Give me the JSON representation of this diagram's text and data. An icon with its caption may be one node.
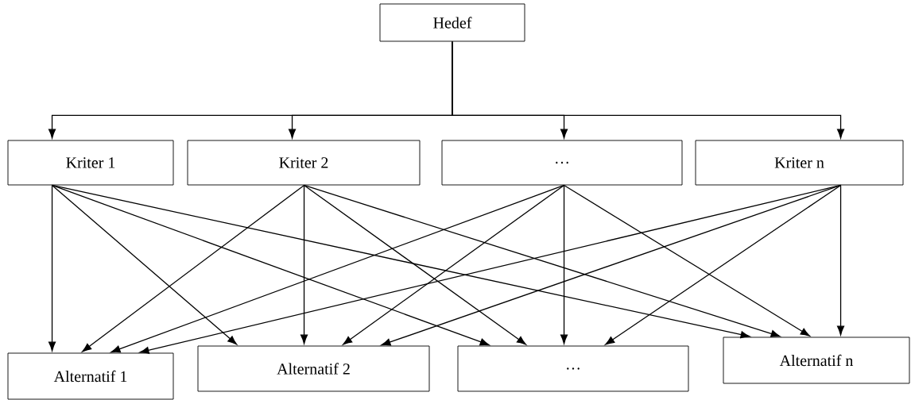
{
  "diagram": {
    "nodes": [
      {
        "text": [
          "Hedef"
        ]
      },
      {
        "text": [
          "Kriter 1"
        ]
      },
      {
        "text": [
          "Kriter 2"
        ]
      },
      {
        "text": [
          "…"
        ]
      },
      {
        "text": [
          "Kriter n"
        ]
      },
      {
        "text": [
          "Alternatif 1"
        ]
      },
      {
        "text": [
          "Alternatif 2"
        ]
      },
      {
        "text": [
          "…"
        ]
      },
      {
        "text": [
          "Alternatif n"
        ]
      }
    ],
    "edges": [
      {
        "from": 0,
        "to": 1,
        "arrow": "to"
      },
      {
        "from": 0,
        "to": 2,
        "arrow": "to"
      },
      {
        "from": 0,
        "to": 3,
        "arrow": "to"
      },
      {
        "from": 0,
        "to": 4,
        "arrow": "to"
      },
      {
        "from": 1,
        "to": 5,
        "arrow": "to"
      },
      {
        "from": 1,
        "to": 6,
        "arrow": "to"
      },
      {
        "from": 1,
        "to": 7,
        "arrow": "to"
      },
      {
        "from": 1,
        "to": 8,
        "arrow": "to"
      },
      {
        "from": 2,
        "to": 5,
        "arrow": "to"
      },
      {
        "from": 2,
        "to": 6,
        "arrow": "to"
      },
      {
        "from": 2,
        "to": 7,
        "arrow": "to"
      },
      {
        "from": 2,
        "to": 8,
        "arrow": "to"
      },
      {
        "from": 3,
        "to": 5,
        "arrow": "to"
      },
      {
        "from": 3,
        "to": 6,
        "arrow": "to"
      },
      {
        "from": 3,
        "to": 7,
        "arrow": "to"
      },
      {
        "from": 3,
        "to": 8,
        "arrow": "to"
      },
      {
        "from": 4,
        "to": 5,
        "arrow": "to"
      },
      {
        "from": 4,
        "to": 6,
        "arrow": "to"
      },
      {
        "from": 4,
        "to": 7,
        "arrow": "to"
      },
      {
        "from": 4,
        "to": 8,
        "arrow": "to"
      }
    ]
  }
}
